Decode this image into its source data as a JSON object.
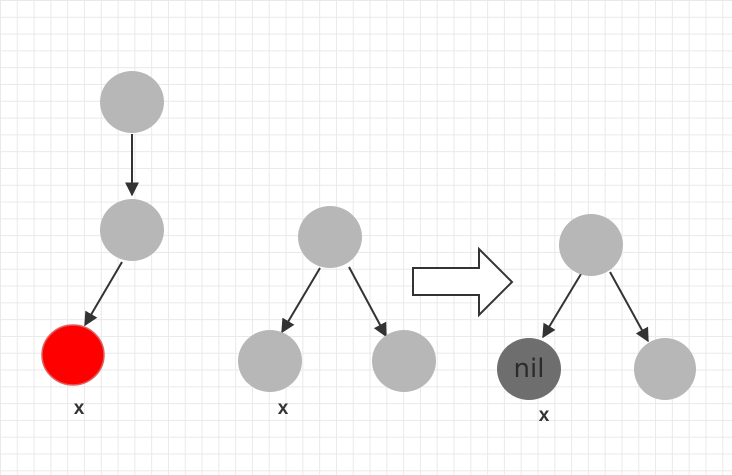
{
  "colors": {
    "node": "#b7b7b7",
    "highlight": "#ff0000",
    "nil_node": "#6e6e6e",
    "edge": "#333333",
    "arrow_fill": "#ffffff"
  },
  "labels": {
    "x_left": "x",
    "x_middle": "x",
    "x_right": "x",
    "nil": "nil"
  }
}
